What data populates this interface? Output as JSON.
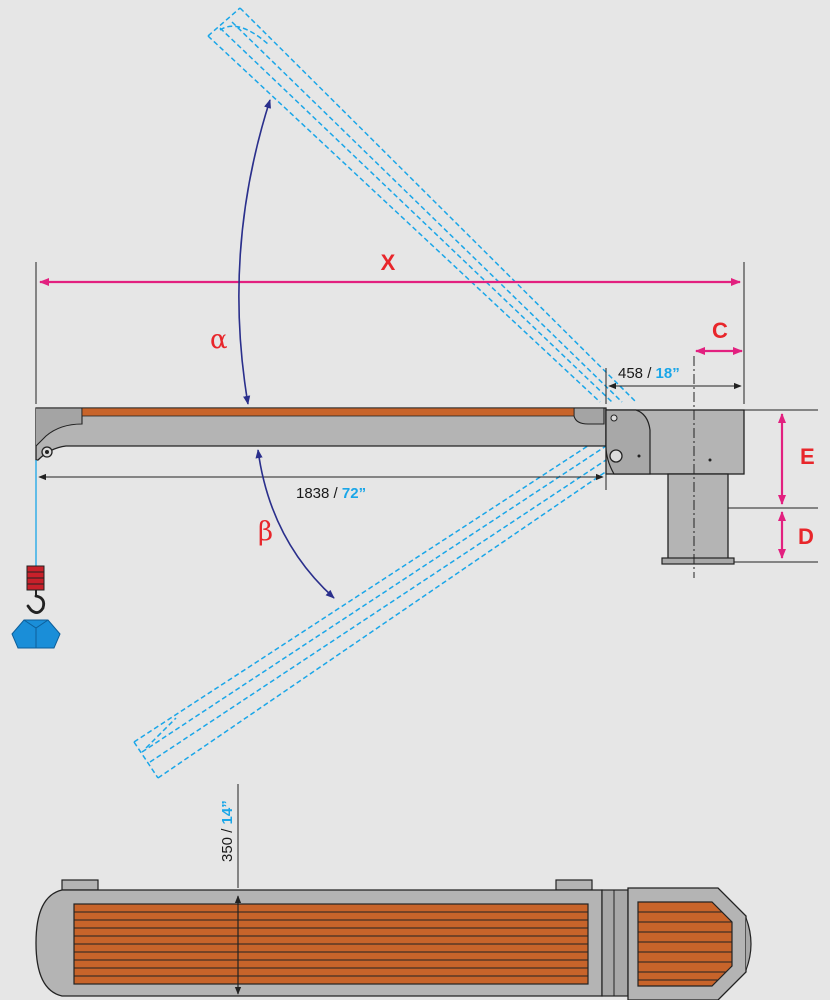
{
  "labels": {
    "x": "X",
    "c": "C",
    "e": "E",
    "d": "D",
    "alpha": "α",
    "beta": "β"
  },
  "dimensions": {
    "offset": {
      "mm": "458",
      "sep": " / ",
      "in": "18”"
    },
    "reach": {
      "mm": "1838",
      "sep": " / ",
      "in": "72”"
    },
    "width": {
      "mm": "350",
      "sep": " / ",
      "in": "14”"
    }
  },
  "colors": {
    "background": "#e6e6e6",
    "metal": "#b4b4b4",
    "outline": "#222222",
    "wood": "#c8642a",
    "magenta": "#e2207f",
    "navy": "#2a2f8c",
    "cyan": "#1aa6e8",
    "red": "#e8262b"
  },
  "icons": {
    "hook": "crane-hook-icon",
    "weight": "load-weight-icon"
  }
}
